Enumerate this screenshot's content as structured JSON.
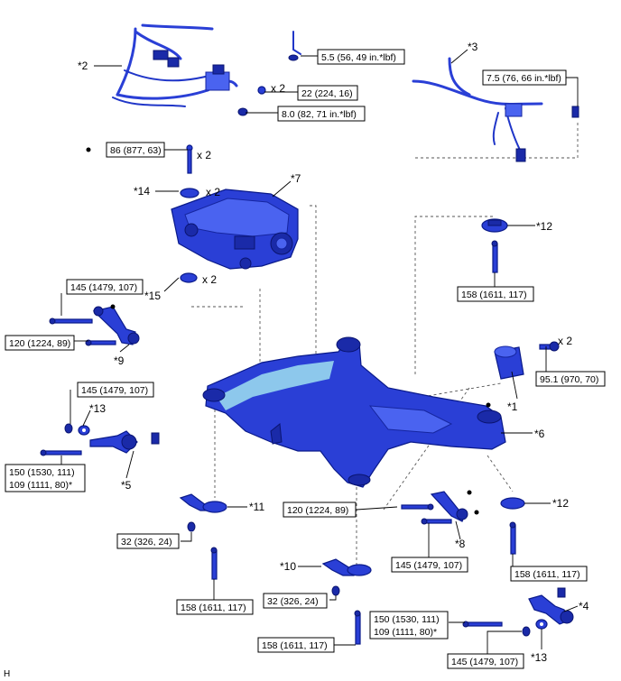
{
  "diagram": {
    "corner_label": "H",
    "torque_labels": [
      {
        "id": "t1",
        "lines": [
          "5.5 (56, 49 in.*lbf)"
        ]
      },
      {
        "id": "t2",
        "lines": [
          "22 (224, 16)"
        ]
      },
      {
        "id": "t3",
        "lines": [
          "8.0 (82, 71 in.*lbf)"
        ]
      },
      {
        "id": "t4",
        "lines": [
          "7.5 (76, 66 in.*lbf)"
        ]
      },
      {
        "id": "t5",
        "lines": [
          "86 (877, 63)"
        ]
      },
      {
        "id": "t6",
        "lines": [
          "145 (1479, 107)"
        ]
      },
      {
        "id": "t7",
        "lines": [
          "120 (1224, 89)"
        ]
      },
      {
        "id": "t8",
        "lines": [
          "158 (1611, 117)"
        ]
      },
      {
        "id": "t9",
        "lines": [
          "95.1 (970, 70)"
        ]
      },
      {
        "id": "t10",
        "lines": [
          "145 (1479, 107)"
        ]
      },
      {
        "id": "t11",
        "lines": [
          "150 (1530, 111)",
          "109 (1111, 80)*"
        ]
      },
      {
        "id": "t12",
        "lines": [
          "120 (1224, 89)"
        ]
      },
      {
        "id": "t13",
        "lines": [
          "32 (326, 24)"
        ]
      },
      {
        "id": "t14",
        "lines": [
          "145 (1479, 107)"
        ]
      },
      {
        "id": "t15",
        "lines": [
          "158 (1611, 117)"
        ]
      },
      {
        "id": "t16",
        "lines": [
          "158 (1611, 117)"
        ]
      },
      {
        "id": "t17",
        "lines": [
          "32 (326, 24)"
        ]
      },
      {
        "id": "t18",
        "lines": [
          "150 (1530, 111)",
          "109 (1111, 80)*"
        ]
      },
      {
        "id": "t19",
        "lines": [
          "158 (1611, 117)"
        ]
      },
      {
        "id": "t20",
        "lines": [
          "145 (1479, 107)"
        ]
      }
    ],
    "callouts": [
      {
        "id": "c2",
        "text": "*2"
      },
      {
        "id": "c3",
        "text": "*3"
      },
      {
        "id": "c7",
        "text": "*7"
      },
      {
        "id": "c14",
        "text": "*14"
      },
      {
        "id": "c12a",
        "text": "*12"
      },
      {
        "id": "c15",
        "text": "*15"
      },
      {
        "id": "c9",
        "text": "*9"
      },
      {
        "id": "c1",
        "text": "*1"
      },
      {
        "id": "c6",
        "text": "*6"
      },
      {
        "id": "c13a",
        "text": "*13"
      },
      {
        "id": "c5",
        "text": "*5"
      },
      {
        "id": "c11",
        "text": "*11"
      },
      {
        "id": "c12b",
        "text": "*12"
      },
      {
        "id": "c8",
        "text": "*8"
      },
      {
        "id": "c10",
        "text": "*10"
      },
      {
        "id": "c4",
        "text": "*4"
      },
      {
        "id": "c13b",
        "text": "*13"
      }
    ],
    "quantity_labels": [
      {
        "id": "q1",
        "text": "x 2"
      },
      {
        "id": "q2",
        "text": "x 2"
      },
      {
        "id": "q3",
        "text": "x 2"
      },
      {
        "id": "q4",
        "text": "x 2"
      },
      {
        "id": "q5",
        "text": "x 2"
      }
    ],
    "part_color": "#2a3fd6",
    "highlight_color": "#9fe0f0"
  }
}
